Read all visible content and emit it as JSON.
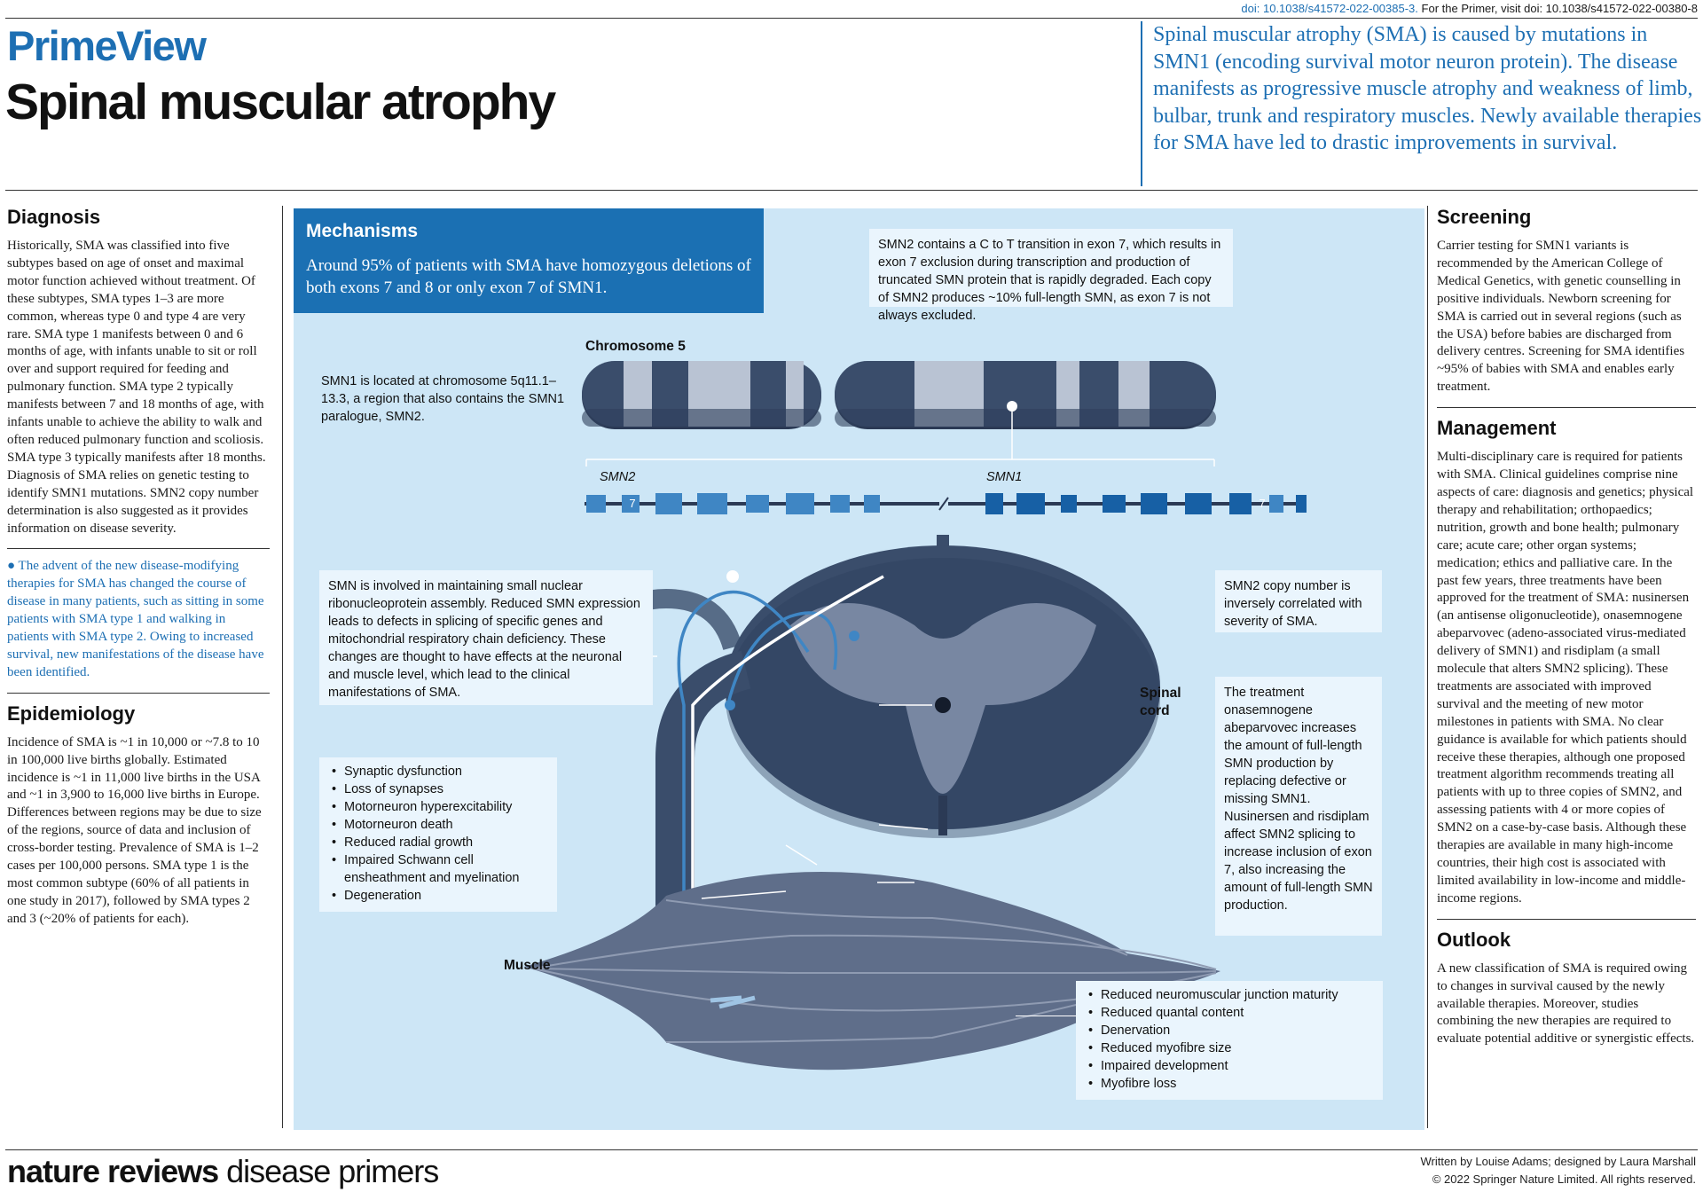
{
  "header": {
    "doi_primer": "doi: 10.1038/s41572-022-00385-3.",
    "doi_see": "For the Primer, visit doi: 10.1038/s41572-022-00380-8",
    "brand": "PrimeView",
    "title": "Spinal muscular atrophy",
    "summary": "Spinal muscular atrophy (SMA) is caused by mutations in SMN1 (encoding survival motor neuron protein). The disease manifests as progressive muscle atrophy and weakness of limb, bulbar, trunk and respiratory muscles. Newly available therapies for SMA have led to drastic improvements in survival."
  },
  "diagnosis": {
    "heading": "Diagnosis",
    "text": "Historically, SMA was classified into five subtypes based on age of onset and maximal motor function achieved without treatment. Of these subtypes, SMA types 1–3 are more common, whereas type 0 and type 4 are very rare. SMA type 1 manifests between 0 and 6 months of age, with infants unable to sit or roll over and support required for feeding and pulmonary function. SMA type 2 typically manifests between 7 and 18 months of age, with infants unable to achieve the ability to walk and often reduced pulmonary function and scoliosis. SMA type 3 typically manifests after 18 months. Diagnosis of SMA relies on genetic testing to identify SMN1 mutations. SMN2 copy number determination is also suggested as it provides information on disease severity.",
    "callout": "● The advent of the new disease-modifying therapies for SMA has changed the course of disease in many patients, such as sitting in some patients with SMA type 1 and walking in patients with SMA type 2. Owing to increased survival, new manifestations of the disease have been identified."
  },
  "epidemiology": {
    "heading": "Epidemiology",
    "text": "Incidence of SMA is ~1 in 10,000 or ~7.8 to 10 in 100,000 live births globally. Estimated incidence is ~1 in 11,000 live births in the USA and ~1 in 3,900 to 16,000 live births in Europe. Differences between regions may be due to size of the regions, source of data and inclusion of cross-border testing. Prevalence of SMA is 1–2 cases per 100,000 persons. SMA type 1 is the most common subtype (60% of all patients in one study in 2017), followed by SMA types 2 and 3 (~20% of patients for each)."
  },
  "screening": {
    "heading": "Screening",
    "text": "Carrier testing for SMN1 variants is recommended by the American College of Medical Genetics, with genetic counselling in positive individuals. Newborn screening for SMA is carried out in several regions (such as the USA) before babies are discharged from delivery centres. Screening for SMA identifies ~95% of babies with SMA and enables early treatment."
  },
  "management": {
    "heading": "Management",
    "text": "Multi-disciplinary care is required for patients with SMA. Clinical guidelines comprise nine aspects of care: diagnosis and genetics; physical therapy and rehabilitation; orthopaedics; nutrition, growth and bone health; pulmonary care; acute care; other organ systems; medication; ethics and palliative care. In the past few years, three treatments have been approved for the treatment of SMA: nusinersen (an antisense oligonucleotide), onasemnogene abeparvovec (adeno-associated virus-mediated delivery of SMN1) and risdiplam (a small molecule that alters SMN2 splicing). These treatments are associated with improved survival and the meeting of new motor milestones in patients with SMA. No clear guidance is available for which patients should receive these therapies, although one proposed treatment algorithm recommends treating all patients with up to three copies of SMN2, and assessing patients with 4 or more copies of SMN2 on a case-by-case basis. Although these therapies are available in many high-income countries, their high cost is associated with limited availability in low-income and middle-income regions."
  },
  "outlook": {
    "heading": "Outlook",
    "text": "A new classification of SMA is required owing to changes in survival caused by the newly available therapies. Moreover, studies combining the new therapies are required to evaluate potential additive or synergistic effects."
  },
  "mechanisms": {
    "heading": "Mechanisms",
    "lead": "Around 95% of patients with SMA have homozygous deletions of both exons 7 and 8 or only exon 7 of SMN1.",
    "smn2_note": "SMN2 contains a C to T transition in exon 7, which results in exon 7 exclusion during transcription and production of truncated SMN protein that is rapidly degraded. Each copy of SMN2 produces ~10% full-length SMN, as exon 7 is not always excluded.",
    "chromosome_label": "Chromosome 5",
    "smn1_location": "SMN1 is located at chromosome 5q11.1–13.3, a region that also contains the SMN1 paralogue, SMN2.",
    "gene_smn2": "SMN2",
    "gene_smn1": "SMN1",
    "exon_label": "7",
    "smn_function": "SMN is involved in maintaining small nuclear ribonucleoprotein assembly. Reduced SMN expression leads to defects in splicing of specific genes and mitochondrial respiratory chain deficiency. These changes are thought to have effects at the neuronal and muscle level, which lead to the clinical manifestations of SMA.",
    "copy_number": "SMN2 copy number is inversely correlated with severity of SMA.",
    "spinal_cord_label": "Spinal cord",
    "treatment_note": "The treatment onasemnogene abeparvovec increases the amount of full-length SMN production by replacing defective or missing SMN1. Nusinersen and risdiplam affect SMN2 splicing to increase inclusion of exon 7, also increasing the amount of full-length SMN production.",
    "muscle_label": "Muscle",
    "neuron_effects": [
      "Synaptic dysfunction",
      "Loss of synapses",
      "Motorneuron hyperexcitability",
      "Motorneuron death",
      "Reduced radial growth",
      "Impaired Schwann cell ensheathment and myelination",
      "Degeneration"
    ],
    "muscle_effects": [
      "Reduced neuromuscular junction maturity",
      "Reduced quantal content",
      "Denervation",
      "Reduced myofibre size",
      "Impaired development",
      "Myofibre loss"
    ]
  },
  "footer": {
    "logo_bold": "nature reviews",
    "logo_rest": " disease primers",
    "credit1": "Written by Louise Adams; designed by Laura Marshall",
    "credit2": "© 2022 Springer Nature Limited. All rights reserved."
  },
  "colors": {
    "accent": "#1d6fb3",
    "panel": "#cde6f6",
    "chromosome_dark": "#3a4d6b"
  }
}
